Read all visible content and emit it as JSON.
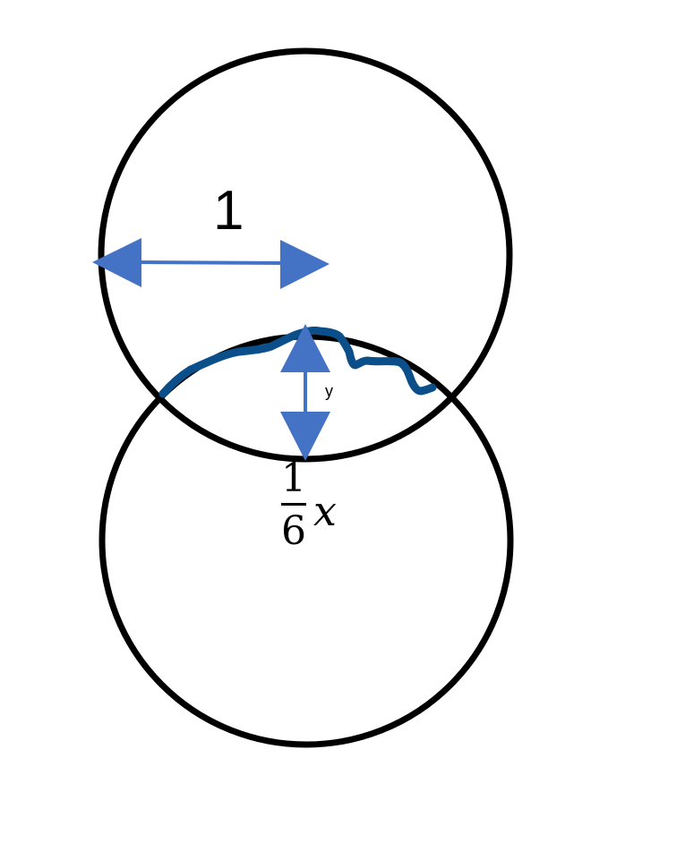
{
  "diagram": {
    "radius_label": "1",
    "gap_label": "y",
    "fraction": {
      "numerator": "1",
      "denominator": "6"
    },
    "variable": "x",
    "colors": {
      "circle": "#000000",
      "arrow": "#4472C4",
      "curve": "#0B4F8A"
    }
  }
}
